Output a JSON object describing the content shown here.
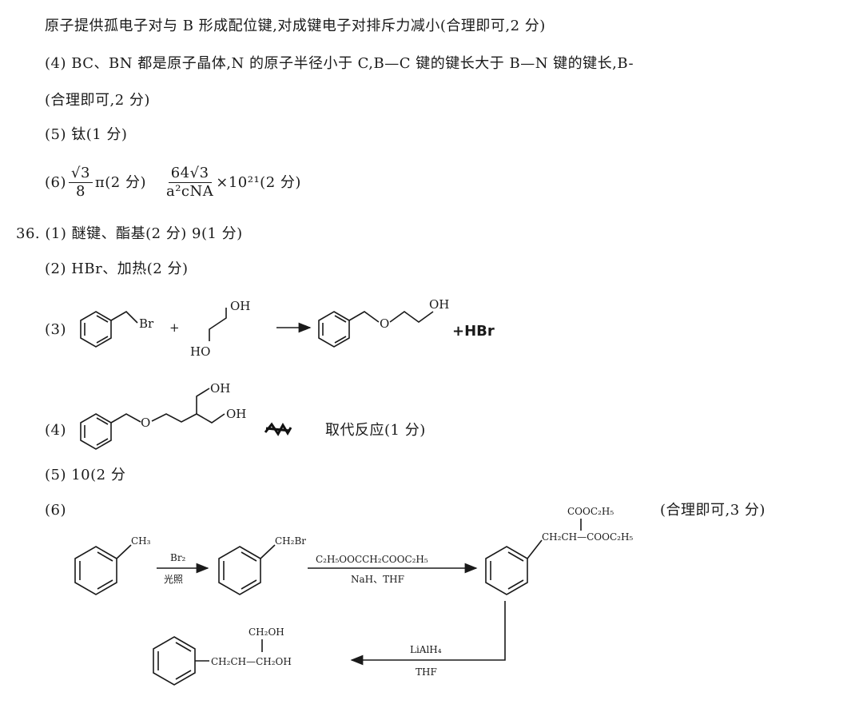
{
  "lines": {
    "l1": "原子提供孤电子对与 B 形成配位键,对成键电子对排斥力减小(合理即可,2 分)",
    "l2": "(4) BC、BN 都是原子晶体,N 的原子半径小于 C,B—C 键的键长大于 B—N 键的键长,B-",
    "l3": "(合理即可,2 分)",
    "l4": "(5) 钛(1 分)",
    "l5_prefix": "(6)",
    "l5_f1_num": "√3",
    "l5_f1_den": "8",
    "l5_f1_tail": "π(2 分)",
    "l5_f2_num": "64√3",
    "l5_f2_den": "a²cNA",
    "l5_f2_tail": "×10²¹(2 分)",
    "q36_1": "36. (1) 醚键、酯基(2 分)   9(1 分)",
    "q36_2": "(2) HBr、加热(2 分)",
    "q36_3": "(3)",
    "q36_4": "(4)",
    "q36_4_ans": "取代反应(1 分)",
    "q36_5": "(5) 10(2 分",
    "q36_6": "(6)",
    "q36_6_note": "(合理即可,3 分)"
  },
  "eq3": {
    "br": "Br",
    "plus": "+",
    "oh": "OH",
    "ho": "HO",
    "o": "O",
    "oh2": "OH",
    "hbr": "+HBr"
  },
  "eq4": {
    "o": "O",
    "oh1": "OH",
    "oh2": "OH"
  },
  "eq6": {
    "ch3": "CH₃",
    "r1_top": "Br₂",
    "r1_bot": "光照",
    "ch2br": "CH₂Br",
    "r2_top": "C₂H₅OOCCH₂COOC₂H₅",
    "r2_bot": "NaH、THF",
    "cooc2h5_top": "COOC₂H₅",
    "chain3": "CH₂CH—COOC₂H₅",
    "r3_top": "LiAlH₄",
    "r3_bot": "THF",
    "ch2oh_top": "CH₂OH",
    "chain4": "CH₂CH—CH₂OH"
  }
}
